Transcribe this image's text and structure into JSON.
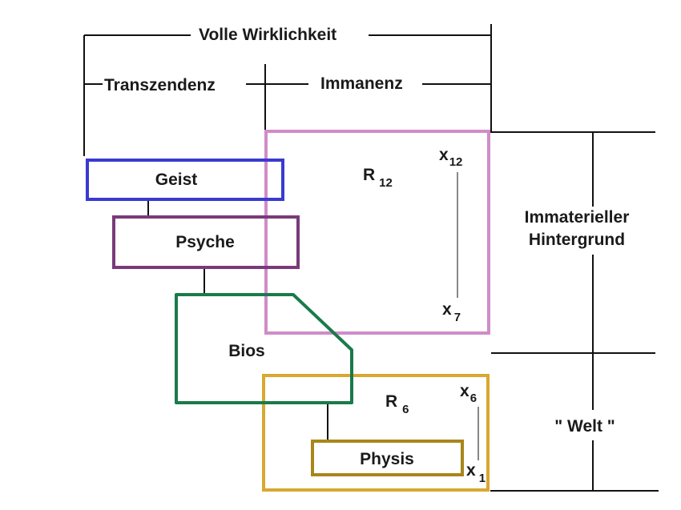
{
  "labels": {
    "volle_wirklichkeit": "Volle Wirklichkeit",
    "transzendenz": "Transzendenz",
    "immanenz": "Immanenz",
    "immaterieller": "Immaterieller",
    "hintergrund": "Hintergrund",
    "welt": "\" Welt \""
  },
  "boxes": {
    "geist": "Geist",
    "psyche": "Psyche",
    "bios": "Bios",
    "physis": "Physis"
  },
  "regions": {
    "r12": {
      "main": "R",
      "sub": "12"
    },
    "r6": {
      "main": "R",
      "sub": "6"
    }
  },
  "markers": {
    "x12": {
      "main": "x",
      "sub": "12"
    },
    "x7": {
      "main": "x",
      "sub": "7"
    },
    "x6": {
      "main": "x",
      "sub": "6"
    },
    "x1": {
      "main": "x",
      "sub": "1"
    }
  },
  "colors": {
    "geist": "#3a3ad0",
    "psyche": "#7a3a7a",
    "bios": "#1a7a4a",
    "physis": "#a8861a",
    "r12": "#d08cc8",
    "r6": "#d8a830",
    "line": "#111111"
  }
}
